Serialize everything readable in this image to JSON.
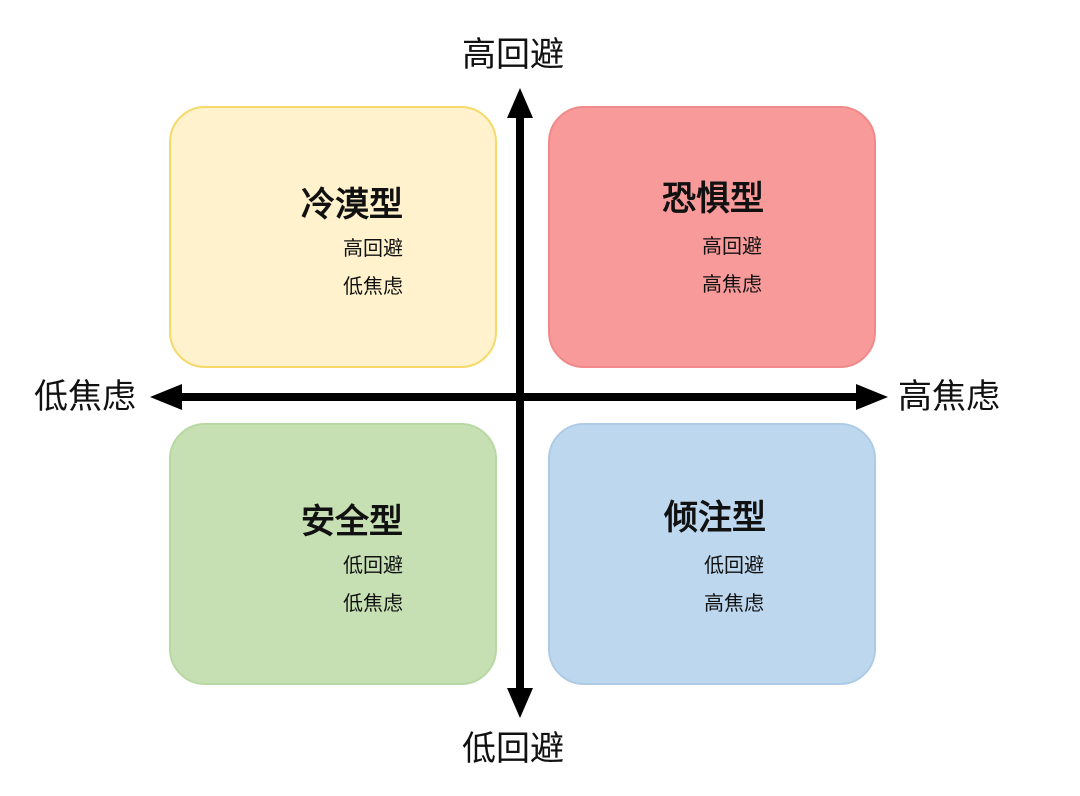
{
  "axes": {
    "top": "高回避",
    "bottom": "低回避",
    "left": "低焦虑",
    "right": "高焦虑"
  },
  "quadrants": {
    "top_left": {
      "title": "冷漠型",
      "line1": "高回避",
      "line2": "低焦虑",
      "fill": "#fff2cc",
      "border": "#f6d96b"
    },
    "top_right": {
      "title": "恐惧型",
      "line1": "高回避",
      "line2": "高焦虑",
      "fill": "#f89a9a",
      "border": "#f08a8a"
    },
    "bottom_left": {
      "title": "安全型",
      "line1": "低回避",
      "line2": "低焦虑",
      "fill": "#c6e0b4",
      "border": "#b8d8a3"
    },
    "bottom_right": {
      "title": "倾注型",
      "line1": "低回避",
      "line2": "高焦虑",
      "fill": "#bdd7ee",
      "border": "#aecbe6"
    }
  },
  "colors": {
    "axis": "#000000"
  }
}
